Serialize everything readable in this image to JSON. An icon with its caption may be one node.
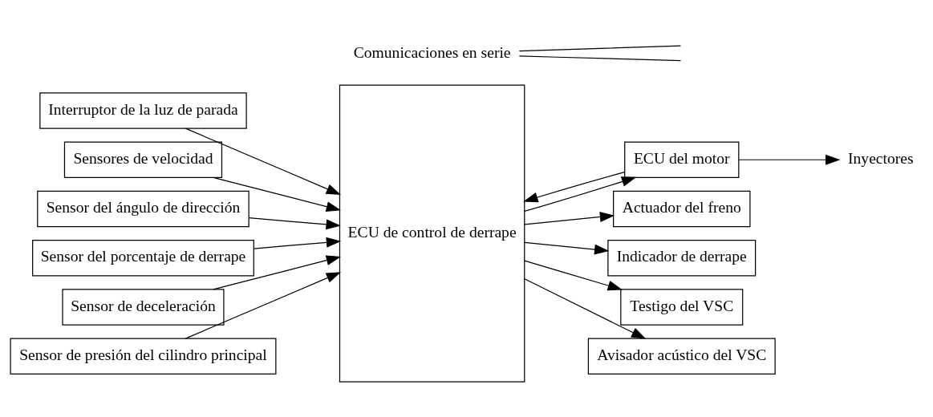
{
  "diagram": {
    "nodes": [
      {
        "text": [
          "Interruptor de la luz de parada"
        ]
      },
      {
        "text": [
          "Sensores de velocidad"
        ]
      },
      {
        "text": [
          "Sensor del ángulo de dirección"
        ]
      },
      {
        "text": [
          "Sensor del porcentaje de derrape"
        ]
      },
      {
        "text": [
          "Sensor de deceleración"
        ]
      },
      {
        "text": [
          "Sensor de presión del cilindro principal"
        ]
      },
      {
        "text": [
          "ECU de control de derrape"
        ]
      },
      {
        "text": [
          "ECU del motor"
        ]
      },
      {
        "text": [
          "Actuador del freno"
        ]
      },
      {
        "text": [
          "Indicador de derrape"
        ]
      },
      {
        "text": [
          "Testigo del VSC"
        ]
      },
      {
        "text": [
          "Avisador acústico del VSC"
        ]
      },
      {
        "text": [
          "Inyectores"
        ]
      },
      {
        "text": [
          "Comunicaciones en serie"
        ]
      }
    ],
    "edges": [
      {
        "from": 0,
        "to": 6,
        "arrow": "to"
      },
      {
        "from": 1,
        "to": 6,
        "arrow": "to"
      },
      {
        "from": 2,
        "to": 6,
        "arrow": "to"
      },
      {
        "from": 3,
        "to": 6,
        "arrow": "to"
      },
      {
        "from": 4,
        "to": 6,
        "arrow": "to"
      },
      {
        "from": 5,
        "to": 6,
        "arrow": "to"
      },
      {
        "from": 7,
        "to": 6,
        "arrow": "to"
      },
      {
        "from": 6,
        "to": 7,
        "arrow": "to"
      },
      {
        "from": 6,
        "to": 8,
        "arrow": "to"
      },
      {
        "from": 6,
        "to": 9,
        "arrow": "to"
      },
      {
        "from": 6,
        "to": 10,
        "arrow": "to"
      },
      {
        "from": 6,
        "to": 11,
        "arrow": "to"
      },
      {
        "from": 7,
        "to": 12,
        "arrow": "to"
      },
      {
        "from": 13,
        "to": null,
        "arrow": "none"
      },
      {
        "from": 13,
        "to": null,
        "arrow": "none"
      }
    ]
  }
}
